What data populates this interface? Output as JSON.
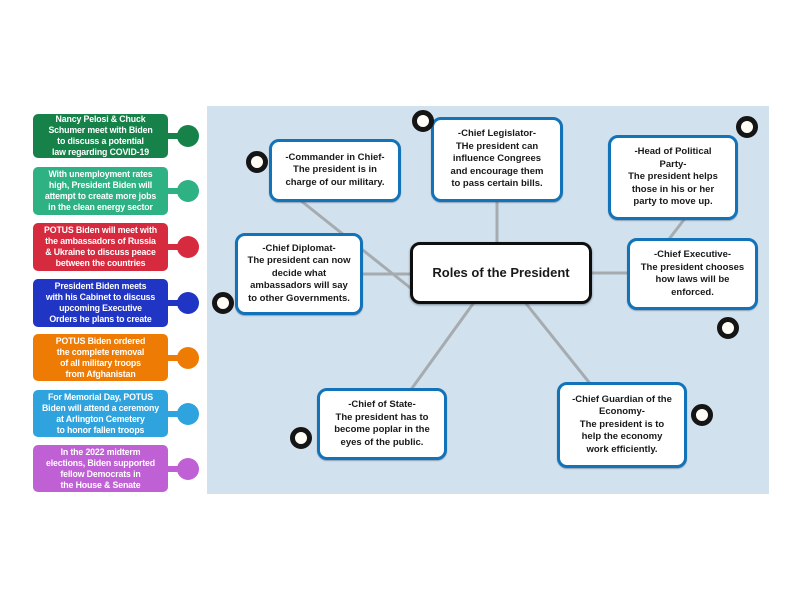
{
  "page": {
    "background": "#ffffff"
  },
  "labels": [
    {
      "text": "Nancy Pelosi & Chuck\nSchumer meet with Biden\nto discuss a potential\nlaw regarding COVID-19",
      "color": "#16824a"
    },
    {
      "text": "With unemployment rates\nhigh, President Biden will\nattempt to create more jobs\nin the clean energy sector",
      "color": "#2eb183"
    },
    {
      "text": "POTUS Biden will meet with\nthe ambassadors of Russia\n& Ukraine to discuss peace\nbetween the countries",
      "color": "#d62a3f"
    },
    {
      "text": "President Biden meets\nwith his Cabinet to discuss\nupcoming Executive\nOrders he plans to create",
      "color": "#2035c4"
    },
    {
      "text": "POTUS Biden ordered\nthe complete removal\nof all military troops\nfrom Afghanistan",
      "color": "#ee7c04"
    },
    {
      "text": "For Memorial Day, POTUS\nBiden will attend a ceremony\nat Arlington Cemetery\nto honor fallen troops",
      "color": "#2ea3de"
    },
    {
      "text": "In the 2022 midterm\nelections, Biden supported\nfellow Democrats in\nthe House & Senate",
      "color": "#bf60d4"
    }
  ],
  "diagram": {
    "background": "#d1e1ee",
    "line_color": "#a6abb0",
    "node_border_color": "#1273b8",
    "target_ring_color": "#151515",
    "center_node": {
      "label": "Roles of the President"
    },
    "nodes": {
      "commander": {
        "label": "-Commander in Chief-\nThe president is in\ncharge of our military."
      },
      "legislator": {
        "label": "-Chief Legislator-\nTHe president can\ninfluence Congrees\nand encourage them\nto pass certain bills."
      },
      "party": {
        "label": "-Head of Political\nParty-\nThe president helps\nthose in his or her\nparty to move up."
      },
      "diplomat": {
        "label": "-Chief Diplomat-\nThe president can now\ndecide what\nambassadors will say\nto other Governments."
      },
      "executive": {
        "label": "-Chief Executive-\nThe president chooses\nhow laws will be\nenforced."
      },
      "state": {
        "label": "-Chief of State-\nThe president has to\nbecome poplar in the\neyes of the public."
      },
      "guardian": {
        "label": "-Chief Guardian  of the\nEconomy-\nThe president is to\nhelp the economy\nwork efficiently."
      }
    }
  }
}
